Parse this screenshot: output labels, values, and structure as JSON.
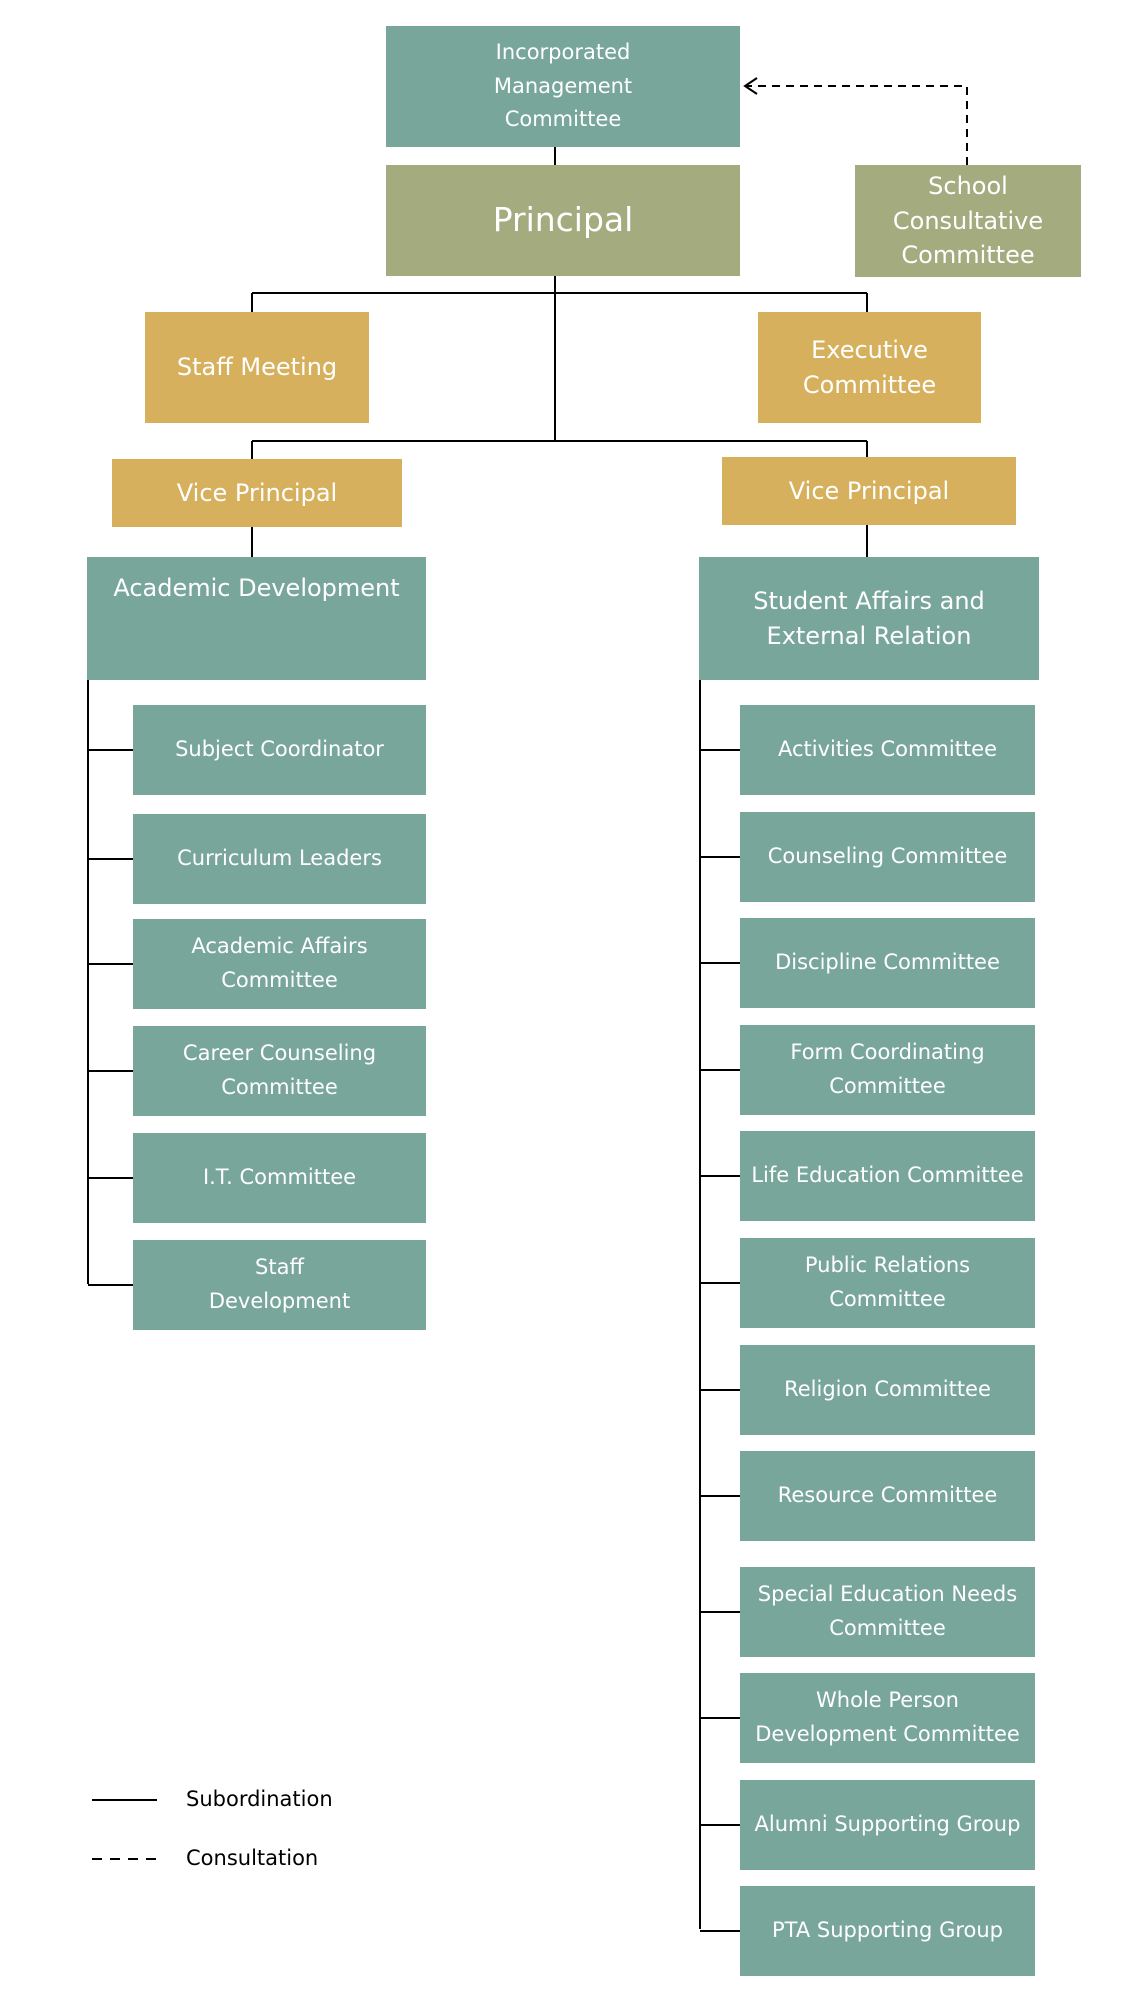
{
  "colors": {
    "teal": "#79A69A",
    "olive": "#A3AB7F",
    "gold": "#D6B05C",
    "line": "#000000"
  },
  "nodes": {
    "imc": [
      "Incorporated",
      "Management",
      "Committee"
    ],
    "principal": [
      "Principal"
    ],
    "scc": [
      "School",
      "Consultative",
      "Committee"
    ],
    "staff_meeting": [
      "Staff Meeting"
    ],
    "executive_committee": [
      "Executive",
      "Committee"
    ],
    "vice_principal_left": [
      "Vice Principal"
    ],
    "vice_principal_right": [
      "Vice Principal"
    ],
    "academic_development": [
      "Academic Development"
    ],
    "student_affairs": [
      "Student Affairs and",
      "External Relation"
    ]
  },
  "academic_items": [
    [
      "Subject Coordinator"
    ],
    [
      "Curriculum Leaders"
    ],
    [
      "Academic Affairs",
      "Committee"
    ],
    [
      "Career Counseling",
      "Committee"
    ],
    [
      "I.T. Committee"
    ],
    [
      "Staff",
      "Development"
    ]
  ],
  "student_items": [
    [
      "Activities Committee"
    ],
    [
      "Counseling Committee"
    ],
    [
      "Discipline Committee"
    ],
    [
      "Form Coordinating",
      "Committee"
    ],
    [
      "Life Education Committee"
    ],
    [
      "Public Relations Committee"
    ],
    [
      "Religion Committee"
    ],
    [
      "Resource Committee"
    ],
    [
      "Special Education Needs",
      "Committee"
    ],
    [
      "Whole Person",
      "Development Committee"
    ],
    [
      "Alumni Supporting Group"
    ],
    [
      "PTA Supporting Group"
    ]
  ],
  "legend": {
    "subordination": "Subordination",
    "consultation": "Consultation"
  }
}
